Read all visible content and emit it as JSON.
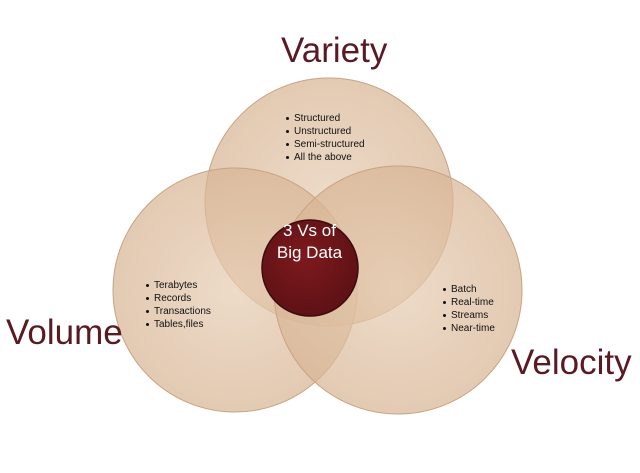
{
  "diagram": {
    "sets": [
      {
        "id": "variety",
        "title": "Variety",
        "items": [
          "Structured",
          "Unstructured",
          "Semi-structured",
          "All the above"
        ]
      },
      {
        "id": "volume",
        "title": "Volume",
        "items": [
          "Terabytes",
          "Records",
          "Transactions",
          "Tables,files"
        ]
      },
      {
        "id": "velocity",
        "title": "Velocity",
        "items": [
          "Batch",
          "Real-time",
          "Streams",
          "Near-time"
        ]
      }
    ],
    "center": {
      "line1": "3 Vs of",
      "line2": "Big Data"
    },
    "colors": {
      "circle_fill": "#d9b99a",
      "circle_stroke": "#c89f7c",
      "center_fill": "#6b1418",
      "center_stroke": "#3e0b0e",
      "title_color": "#5a1a22"
    }
  }
}
